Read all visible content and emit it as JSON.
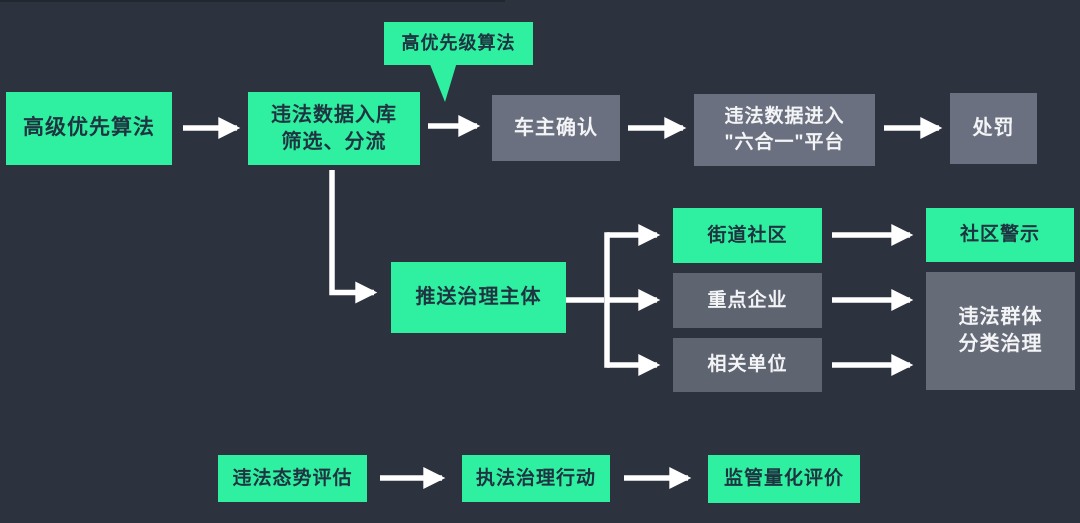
{
  "diagram": {
    "background": "#2d323f",
    "colors": {
      "accent_green": "#2ff0a0",
      "gray_box_light": "#6b7080",
      "gray_box_medium": "#5f6471",
      "gray_box_big": "#666b78",
      "arrow": "#ffffff",
      "text_on_green": "#1f3340",
      "text_on_gray": "#f3f4f6"
    },
    "callout": {
      "label": "高优先级算法"
    },
    "nodes": {
      "advanced_priority": {
        "label": "高级优先算法"
      },
      "data_intake": {
        "label": "违法数据入库\n筛选、分流"
      },
      "owner_confirm": {
        "label": "车主确认"
      },
      "platform_entry": {
        "label": "违法数据进入\n\"六合一\"平台"
      },
      "punishment": {
        "label": "处罚"
      },
      "push_governance": {
        "label": "推送治理主体"
      },
      "street_community": {
        "label": "街道社区"
      },
      "key_enterprises": {
        "label": "重点企业"
      },
      "related_units": {
        "label": "相关单位"
      },
      "community_warning": {
        "label": "社区警示"
      },
      "group_governance": {
        "label": "违法群体\n分类治理"
      },
      "situation_assessment": {
        "label": "违法态势评估"
      },
      "enforcement_action": {
        "label": "执法治理行动"
      },
      "quant_evaluation": {
        "label": "监管量化评价"
      }
    }
  }
}
